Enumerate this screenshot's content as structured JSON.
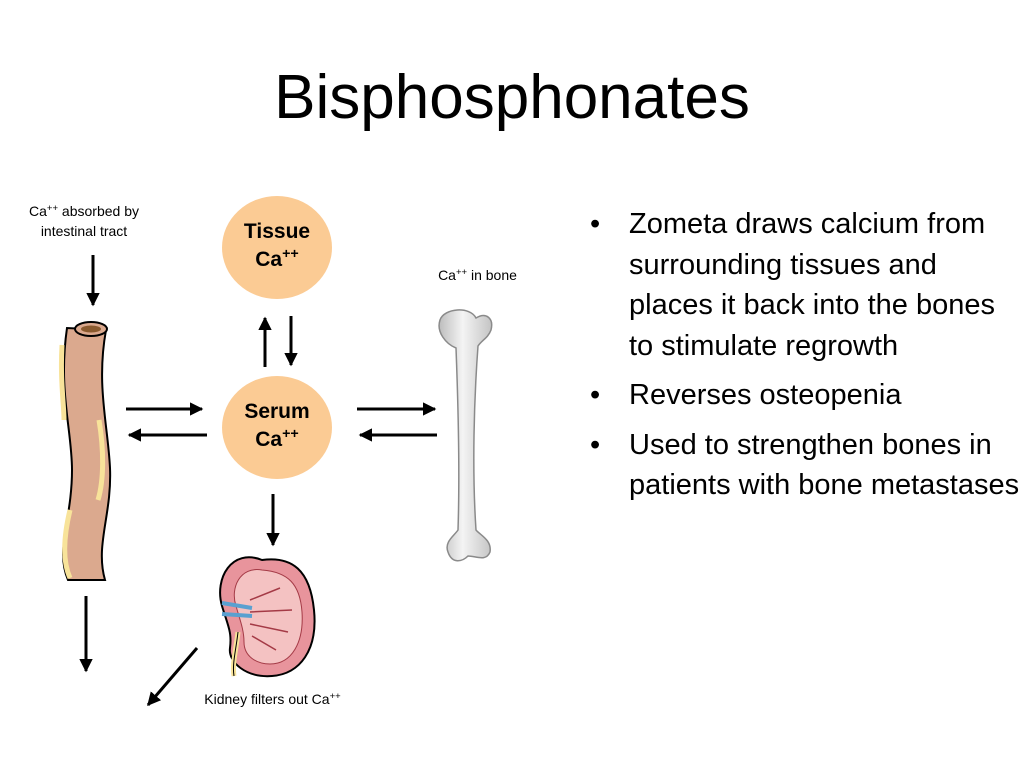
{
  "slide": {
    "title": "Bisphosphonates"
  },
  "ion": "++",
  "diagram": {
    "intestine_label": {
      "pre": "Ca",
      "post": " absorbed by",
      "line2": "intestinal tract"
    },
    "tissue": {
      "line1": "Tissue",
      "line2": "Ca"
    },
    "serum": {
      "line1": "Serum",
      "line2": "Ca"
    },
    "bone_label": {
      "pre": "Ca",
      "post": " in bone"
    },
    "kidney_label": {
      "pre": "Kidney filters out Ca"
    },
    "colors": {
      "circle": "#fbcb94",
      "intestine": "#dba98e",
      "intestine_stripe": "#f8e39a",
      "bone": "#e6e6e6",
      "kidney": "#e8949c"
    }
  },
  "bullets": {
    "marker": "•",
    "items": [
      "Zometa draws calcium from surrounding tissues and places it back into the bones to stimulate regrowth",
      "Reverses osteopenia",
      "Used to strengthen bones in patients with bone metastases"
    ]
  }
}
